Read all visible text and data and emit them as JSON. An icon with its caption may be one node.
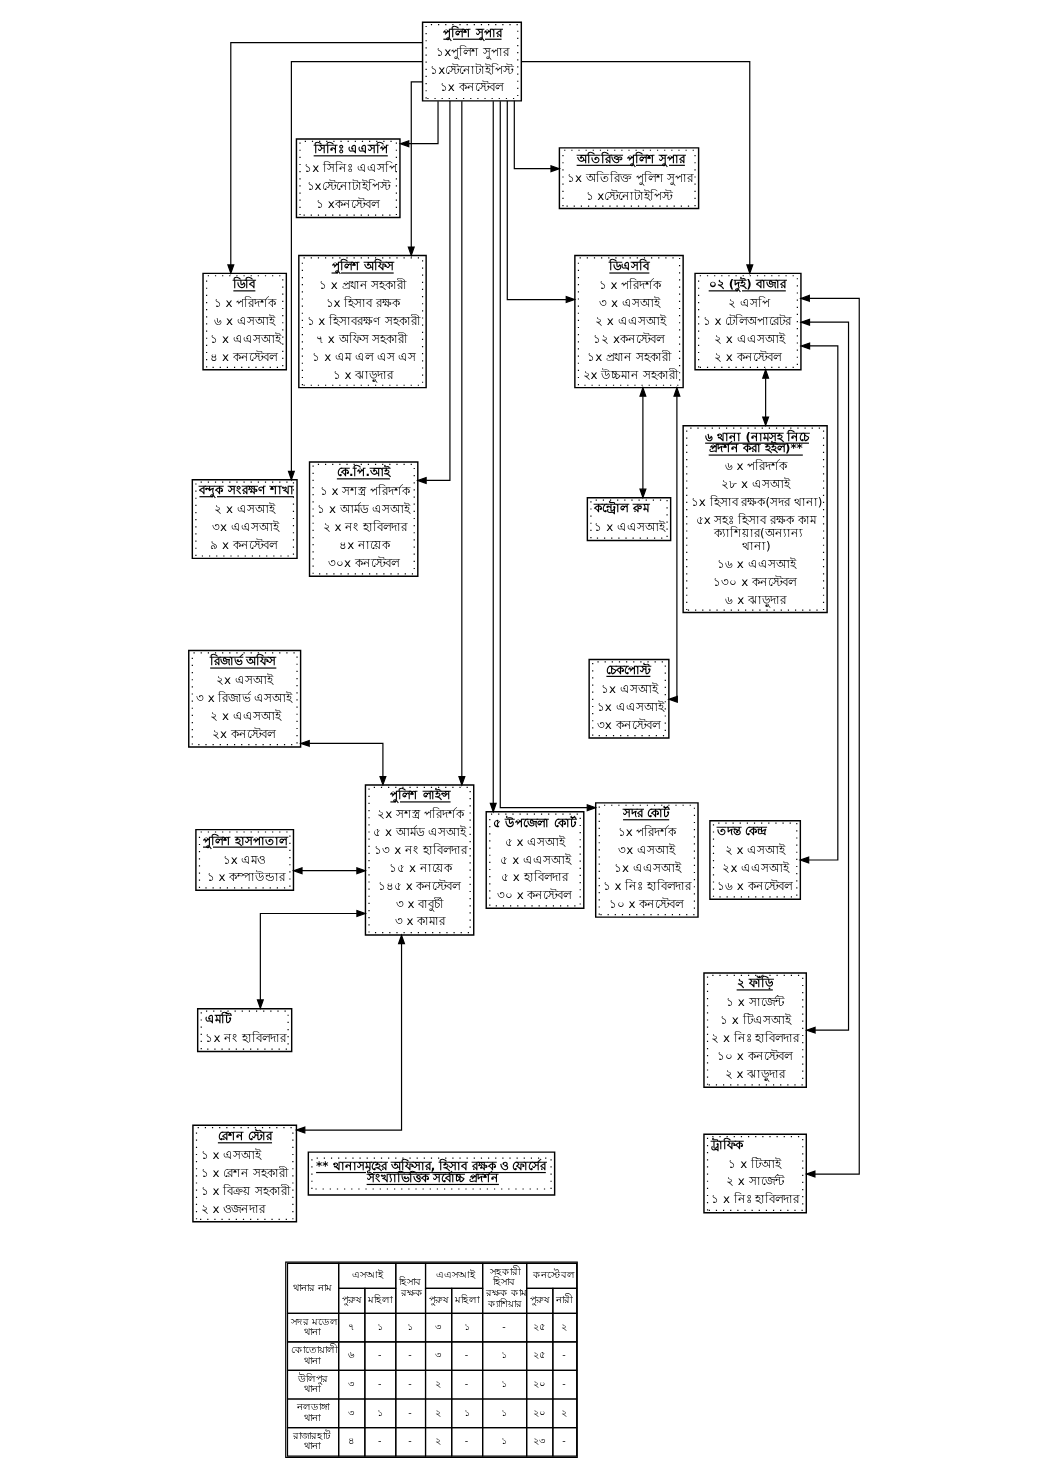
{
  "diagram": {
    "nodes": [
      {
        "text": [
          "পুলিশ সুপার",
          "১xপুলিশ সুপার",
          "১xস্টেনোটাইপিস্ট",
          "১x কনস্টেবল"
        ]
      },
      {
        "text": [
          "সিনিঃ এএসপি",
          "১x সিনিঃ এএসপি",
          "১xস্টেনোটাইপিস্ট",
          "১ xকনস্টেবল"
        ]
      },
      {
        "text": [
          "অতিরিক্ত পুলিশ সুপার",
          "১x অতিরিক্ত পুলিশ সুপার",
          "১ xস্টেনোটাইপিস্ট"
        ]
      },
      {
        "text": [
          "ডিবি",
          "১ x পরিদর্শক",
          "৬ x এসআই",
          "১ x এএসআই",
          "৪ x কনস্টেবল"
        ]
      },
      {
        "text": [
          "পুলিশ অফিস",
          "১ x প্রধান সহকারী",
          "১x হিসাব রক্ষক",
          "১ x হিসাবরক্ষণ সহকারী",
          "৭ x অফিস সহকারী",
          "১ x এম এল এস এস",
          "১ x ঝাড়ুদার"
        ]
      },
      {
        "text": [
          "ডিএসবি",
          "১ x পরিদর্শক",
          "৩ x এসআই",
          "২ x এএসআই",
          "১২ xকনস্টেবল",
          "১x প্রধান সহকারী",
          "২x উচ্চমান সহকারী"
        ]
      },
      {
        "text": [
          "০২ (দুই) বাজার",
          "২ এসপি",
          "১ x টেলিঅপারেটর",
          "২ x এএসআই",
          "২ x কনস্টেবল"
        ]
      },
      {
        "text": [
          "৬ থানা (নামসহ নিচে প্রদর্শন করা হইল)**",
          "৬ x পরিদর্শক",
          "২৮ x এসআই",
          "১x হিসাব রক্ষক(সদর থানা)",
          "৫x সহঃ হিসাব রক্ষক কাম ক্যাশিয়ার(অন্যান্য থানা)",
          "১৬ x এএসআই",
          "১৩০ x কনস্টেবল",
          "৬ x ঝাড়ুদার"
        ]
      },
      {
        "text": [
          "বন্দুক সংরক্ষণ শাখা",
          "২ x এসআই",
          "৩x এএসআই",
          "৯ x কনস্টেবল"
        ]
      },
      {
        "text": [
          "কে.পি.আই",
          "১ x সশস্ত্র পরিদর্শক",
          "১ x আর্মড এসআই",
          "২ x নং হাবিলদার",
          "৪x নায়েক",
          "৩০x কনস্টেবল"
        ]
      },
      {
        "text": [
          "কন্ট্রোল রুম",
          "১ x এএসআই"
        ]
      },
      {
        "text": [
          "চেকপোস্ট",
          "১x এসআই",
          "১x এএসআই",
          "৩x কনস্টেবল"
        ]
      },
      {
        "text": [
          "রিজার্ভ অফিস",
          "২x এসআই",
          "৩ x রিজার্ভ এসআই",
          "২ x এএসআই",
          "২x কনস্টেবল"
        ]
      },
      {
        "text": [
          "পুলিশ হাসপাতাল",
          "১x এমও",
          "১ x কম্পাউন্ডার"
        ]
      },
      {
        "text": [
          "পুলিশ লাইন্স",
          "২x সশস্ত্র পরিদর্শক",
          "৫ x আর্মড এসআই",
          "১৩ x নং হাবিলদার",
          "১৫ x নায়েক",
          "১৪৫ x কনস্টেবল",
          "৩ x বাবুর্চী",
          "৩ x কামার"
        ]
      },
      {
        "text": [
          "৫ উপজেলা কোর্ট",
          "৫ x এসআই",
          "৫ x এএসআই",
          "৫ x হাবিলদার",
          "৩০ x কনস্টেবল"
        ]
      },
      {
        "text": [
          "সদর কোর্ট",
          "১x পরিদর্শক",
          "৩x এসআই",
          "১x এএসআই",
          "১ x নিঃ হাবিলদার",
          "১০ x কনস্টেবল"
        ]
      },
      {
        "text": [
          "তদন্ত কেন্দ্র",
          "২ x এসআই",
          "২x এএসআই",
          "১৬ x কনস্টেবল"
        ]
      },
      {
        "text": [
          "এমটি",
          "১x নং হাবিলদার"
        ]
      },
      {
        "text": [
          "২ ফাঁড়ি",
          "১ x সার্জেন্ট",
          "১ x টিএসআই",
          "২ x নিঃ হাবিলদার",
          "১০ x কনস্টেবল",
          "২ x ঝাড়ুদার"
        ]
      },
      {
        "text": [
          "রেশন স্টোর",
          "১ x এসআই",
          "১ x রেশন সহকারী",
          "১ x বিক্রয় সহকারী",
          "২ x ওজনদার"
        ]
      },
      {
        "text": [
          "** থানাসমূহের অফিসার, হিসাব রক্ষক ও ফোর্সের সংখ্যাভিত্তিক সর্বোচ্চ প্রদর্শন"
        ]
      },
      {
        "text": [
          "ট্রাফিক",
          "১ x টিআই",
          "২ x সার্জেন্ট",
          "১ x নিঃ হাবিলদার"
        ]
      }
    ],
    "edges": [
      {
        "from": 0,
        "to": 1,
        "arrow": "to"
      },
      {
        "from": 0,
        "to": 2,
        "arrow": "to"
      },
      {
        "from": 0,
        "to": 3,
        "arrow": "to"
      },
      {
        "from": 0,
        "to": 4,
        "arrow": "to"
      },
      {
        "from": 0,
        "to": 5,
        "arrow": "to"
      },
      {
        "from": 0,
        "to": 6,
        "arrow": "to"
      },
      {
        "from": 0,
        "to": 8,
        "arrow": "to"
      },
      {
        "from": 0,
        "to": 9,
        "arrow": "to"
      },
      {
        "from": 0,
        "to": 14,
        "arrow": "to"
      },
      {
        "from": 0,
        "to": 15,
        "arrow": "to"
      },
      {
        "from": 0,
        "to": 16,
        "arrow": "to"
      },
      {
        "from": 5,
        "to": 10,
        "arrow": "both"
      },
      {
        "from": 5,
        "to": 11,
        "arrow": "both"
      },
      {
        "from": 6,
        "to": 7,
        "arrow": "both"
      },
      {
        "from": 6,
        "to": 17,
        "arrow": "both"
      },
      {
        "from": 6,
        "to": 19,
        "arrow": "both"
      },
      {
        "from": 6,
        "to": 22,
        "arrow": "both"
      },
      {
        "from": 14,
        "to": 12,
        "arrow": "both"
      },
      {
        "from": 14,
        "to": 13,
        "arrow": "both"
      },
      {
        "from": 14,
        "to": 18,
        "arrow": "both"
      },
      {
        "from": 14,
        "to": 20,
        "arrow": "both"
      }
    ],
    "labels": [
      "থানার নাম",
      "এসআই",
      "হিসাব রক্ষক",
      "এএসআই",
      "সহকারী হিসাব রক্ষক কাম ক্যাশিয়ার",
      "কনস্টেবল",
      "পুরুষ",
      "মহিলা",
      "পুরুষ",
      "মহিলা",
      "পুরুষ",
      "নারী",
      "সদর মডেল থানা",
      "৭",
      "১",
      "১",
      "৩",
      "১",
      "-",
      "২৫",
      "২",
      "কোতোয়ালী থানা",
      "৬",
      "-",
      "-",
      "৩",
      "-",
      "১",
      "২৫",
      "-",
      "উলিপুর থানা",
      "৩",
      "-",
      "-",
      "২",
      "-",
      "১",
      "২০",
      "-",
      "নলডাঙ্গা থানা",
      "৩",
      "১",
      "-",
      "২",
      "১",
      "১",
      "২০",
      "২",
      "রাজারহাট থানা",
      "৪",
      "-",
      "-",
      "২",
      "-",
      "১",
      "২৩",
      "-"
    ]
  }
}
